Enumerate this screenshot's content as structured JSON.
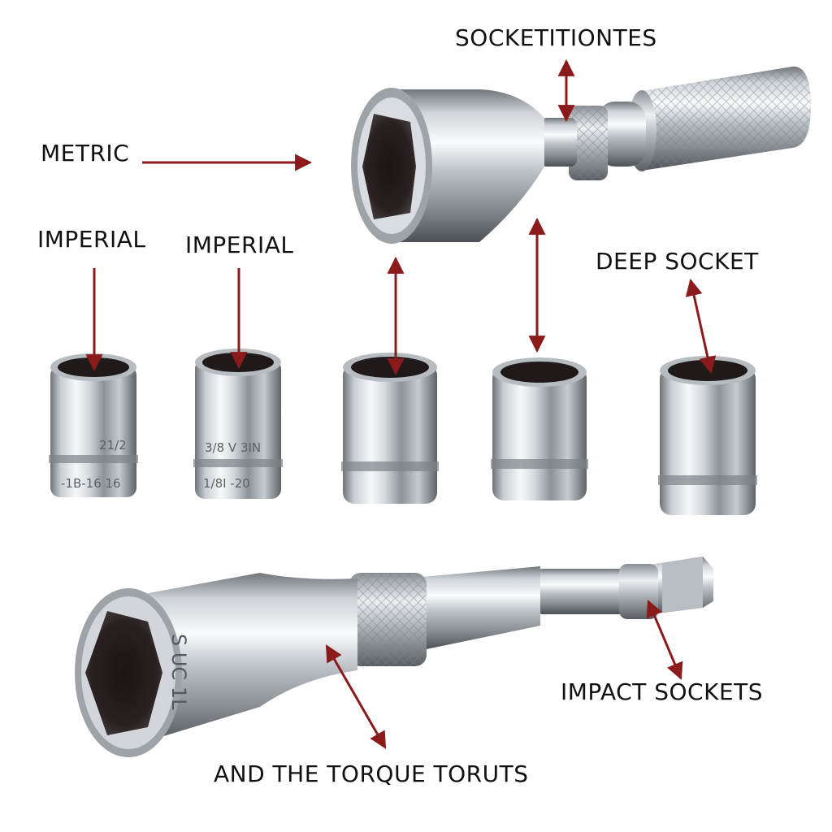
{
  "labels": {
    "top": "SOCKETITIONTES",
    "metric": "METRIC",
    "imperial_1": "IMPERIAL",
    "imperial_2": "IMPERIAL",
    "deep": "DEEP SOCKET",
    "impact": "IMPACT SOCKETS",
    "bottom": "AND THE TORQUE TORUTS"
  },
  "engravings": {
    "socket1_top": "21/2",
    "socket1_bottom": "-1B-16 16",
    "socket2_top": "3/8 V 3IN",
    "socket2_bottom": "1/8I -20",
    "long_socket": "S UC 1L"
  },
  "colors": {
    "arrow": "#8b1a1a",
    "text": "#111111",
    "background": "#ffffff"
  }
}
